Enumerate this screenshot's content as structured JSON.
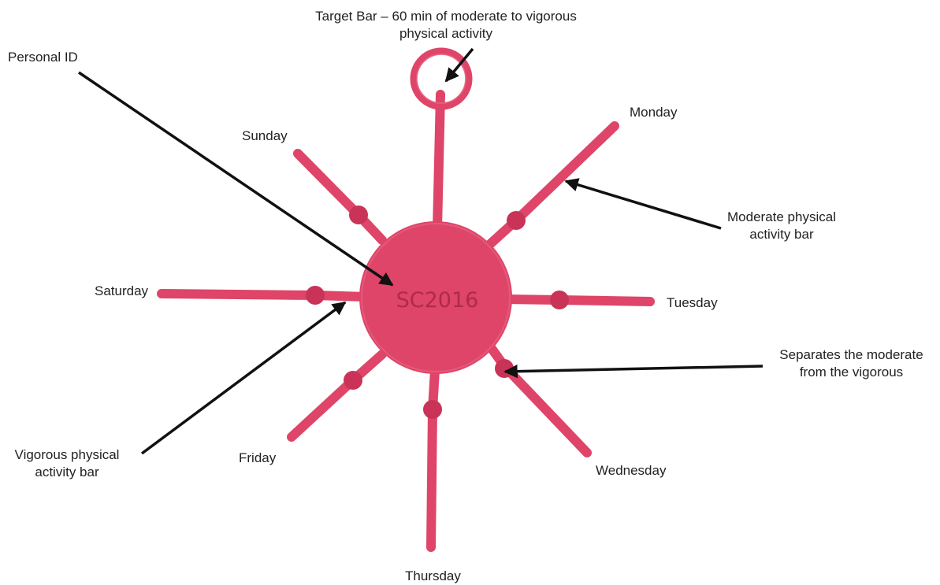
{
  "colors": {
    "object": "#de4568",
    "object_dark": "#c93357",
    "object_light": "#ec6d8b",
    "arrow": "#111111",
    "text": "#222222",
    "background": "#ffffff"
  },
  "center_id": "SC2016",
  "days": {
    "monday": "Monday",
    "tuesday": "Tuesday",
    "wednesday": "Wednesday",
    "thursday": "Thursday",
    "friday": "Friday",
    "saturday": "Saturday",
    "sunday": "Sunday"
  },
  "annotations": {
    "target_bar": {
      "line1": "Target Bar – 60 min of moderate to vigorous",
      "line2": "physical activity"
    },
    "personal_id": "Personal ID",
    "moderate_bar": {
      "line1": "Moderate physical",
      "line2": "activity bar"
    },
    "separator": {
      "line1": "Separates the moderate",
      "line2": "from the vigorous"
    },
    "vigorous_bar": {
      "line1": "Vigorous physical",
      "line2": "activity bar"
    }
  }
}
